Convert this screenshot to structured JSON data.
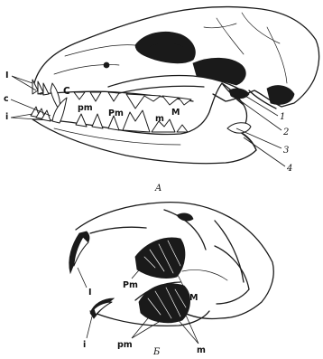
{
  "figure_a": {
    "caption": "A",
    "labels": {
      "incisors_upper": "I",
      "canine_lower": "c",
      "incisors_lower": "i",
      "canine_upper": "C",
      "premolars_lower": "pm",
      "premolars_upper": "Pm",
      "molars_upper": "M",
      "molars_lower": "m"
    },
    "numbers": [
      "1",
      "2",
      "3",
      "4"
    ]
  },
  "figure_b": {
    "caption": "Б",
    "labels": {
      "incisors_upper": "I",
      "incisors_lower": "i",
      "premolars_upper": "Pm",
      "molars_upper": "M",
      "premolars_lower": "pm",
      "molars_lower": "m"
    }
  }
}
